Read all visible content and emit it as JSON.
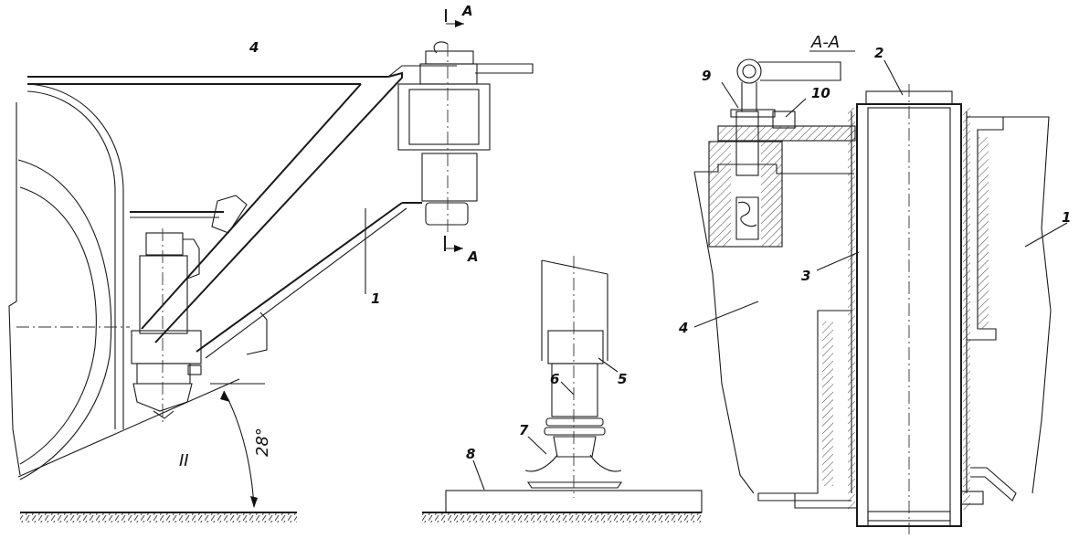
{
  "labels": {
    "n1_left": "1",
    "n1_right": "1",
    "n2": "2",
    "n3": "3",
    "n4_left": "4",
    "n4_right": "4",
    "n5": "5",
    "n6": "6",
    "n7": "7",
    "n8": "8",
    "n9": "9",
    "n10": "10",
    "section_top": "A",
    "section_bottom": "A",
    "section_title": "A-A",
    "angle": "28°",
    "roman": "II"
  }
}
